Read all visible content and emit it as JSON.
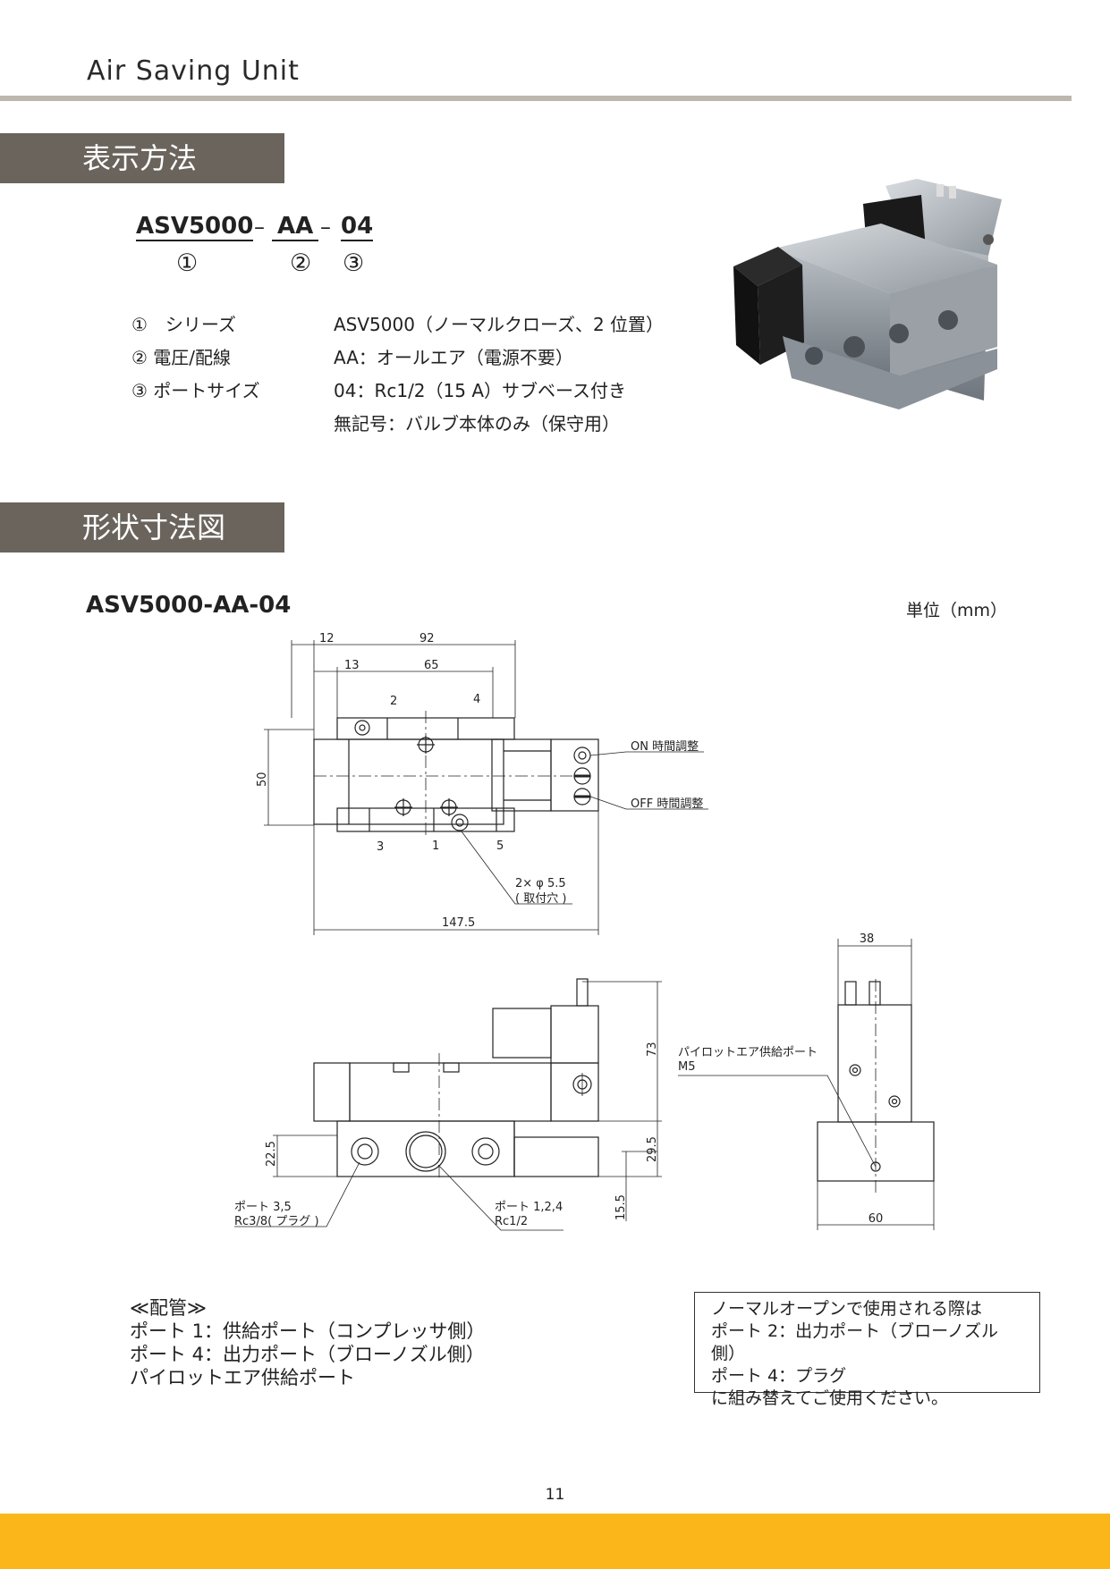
{
  "header": {
    "title": "Air Saving Unit"
  },
  "section1": {
    "title": "表示方法"
  },
  "model_code": {
    "part1": "ASV5000",
    "dash1": "–",
    "part2": "AA",
    "dash2": "–",
    "part3": "04",
    "circle1": "①",
    "circle2": "②",
    "circle3": "③"
  },
  "items": [
    {
      "label": "①　シリーズ",
      "values": [
        "ASV5000（ノーマルクローズ、2 位置）"
      ]
    },
    {
      "label": "② 電圧/配線",
      "values": [
        "AA：オールエア（電源不要）"
      ]
    },
    {
      "label": "③ ポートサイズ",
      "values": [
        "04：Rc1/2（15 A）サブベース付き",
        "無記号：バルブ本体のみ（保守用）"
      ]
    }
  ],
  "section2": {
    "title": "形状寸法図"
  },
  "drawing": {
    "title": "ASV5000-AA-04",
    "unit": "単位（mm）",
    "dims": {
      "d12": "12",
      "d92": "92",
      "d13": "13",
      "d65": "65",
      "d50": "50",
      "d147_5": "147.5",
      "d73": "73",
      "d29_5": "29.5",
      "d22_5": "22.5",
      "d15_5": "15.5",
      "d38": "38",
      "d60": "60"
    },
    "ports_top": {
      "p2": "2",
      "p4": "4"
    },
    "ports_bottom": {
      "p3": "3",
      "p1": "1",
      "p5": "5"
    },
    "callouts": {
      "on_time": "ON 時間調整",
      "off_time": "OFF 時間調整",
      "holes_1": "2× φ 5.5",
      "holes_2": "( 取付穴 )",
      "port35_1": "ポート 3,5",
      "port35_2": "Rc3/8( プラグ )",
      "port124_1": "ポート 1,2,4",
      "port124_2": "Rc1/2",
      "pilot_1": "パイロットエア供給ポート",
      "pilot_2": "M5"
    }
  },
  "notes": {
    "heading": "≪配管≫",
    "lines": [
      "ポート 1：供給ポート（コンプレッサ側）",
      "ポート 4：出力ポート（ブローノズル側）",
      "パイロットエア供給ポート"
    ]
  },
  "note_box": {
    "lines": [
      "ノーマルオープンで使用される際は",
      "ポート 2：出力ポート（ブローノズル側）",
      "ポート 4：プラグ",
      "に組み替えてご使用ください。"
    ]
  },
  "page_number": "11",
  "colors": {
    "rule": "#bdb7ae",
    "section_bg": "#6a645d",
    "footer": "#fbb71a"
  }
}
